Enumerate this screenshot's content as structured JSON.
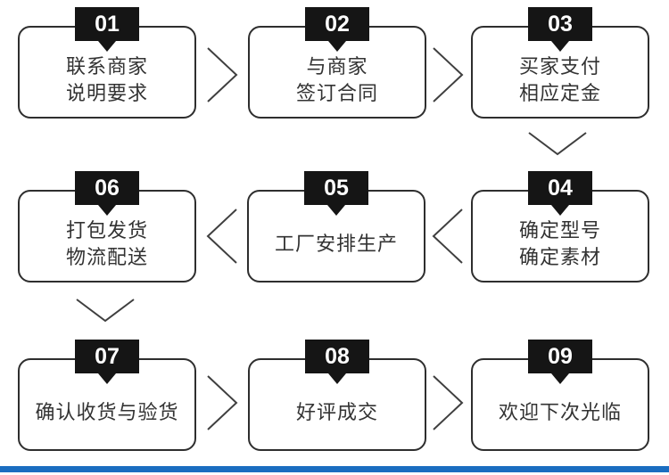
{
  "page": {
    "background_color": "#ffffff",
    "accent_bar_color": "#1a6dc0",
    "tag_color": "#151515",
    "tag_text_color": "#ffffff",
    "box_border_color": "#2e2e2e",
    "text_color": "#333333",
    "arrow_color": "#3f3f3f"
  },
  "flow": {
    "steps": [
      {
        "number": "01",
        "lines": [
          "联系商家",
          "说明要求"
        ]
      },
      {
        "number": "02",
        "lines": [
          "与商家",
          "签订合同"
        ]
      },
      {
        "number": "03",
        "lines": [
          "买家支付",
          "相应定金"
        ]
      },
      {
        "number": "04",
        "lines": [
          "确定型号",
          "确定素材"
        ]
      },
      {
        "number": "05",
        "lines": [
          "工厂安排生产"
        ]
      },
      {
        "number": "06",
        "lines": [
          "打包发货",
          "物流配送"
        ]
      },
      {
        "number": "07",
        "lines": [
          "确认收货与验货"
        ]
      },
      {
        "number": "08",
        "lines": [
          "好评成交"
        ]
      },
      {
        "number": "09",
        "lines": [
          "欢迎下次光临"
        ]
      }
    ]
  }
}
